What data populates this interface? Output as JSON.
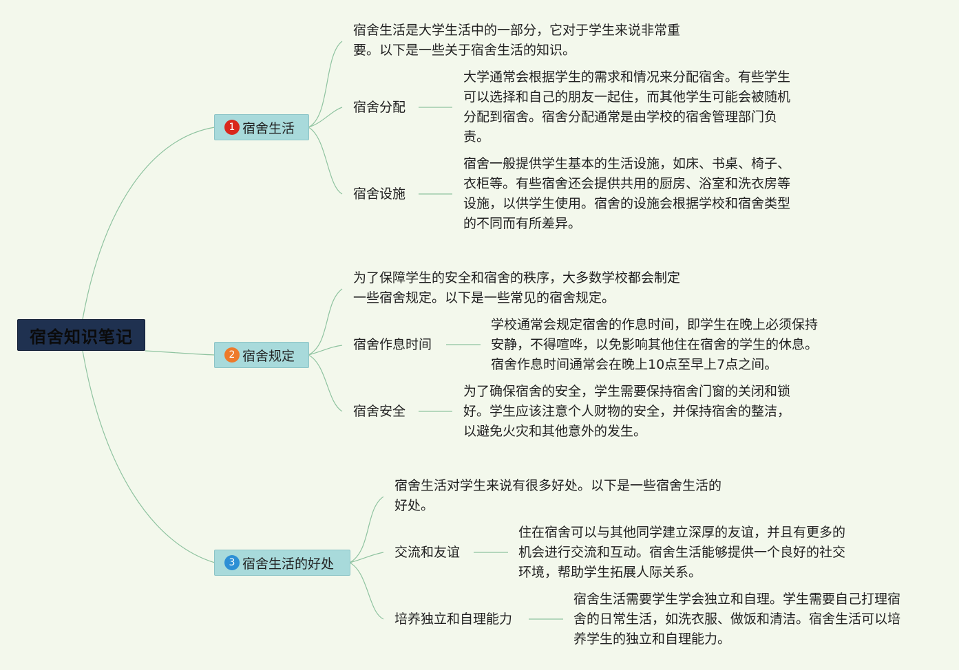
{
  "root": "宿舍知识笔记",
  "branches": [
    {
      "number": "1",
      "badge_color": "#d9271c",
      "title": "宿舍生活",
      "intro_lines": [
        "宿舍生活是大学生活中的一部分，它对于学生来说非常重",
        "要。以下是一些关于宿舍生活的知识。"
      ],
      "children": [
        {
          "label": "宿舍分配",
          "detail_lines": [
            "大学通常会根据学生的需求和情况来分配宿舍。有些学生",
            "可以选择和自己的朋友一起住，而其他学生可能会被随机",
            "分配到宿舍。宿舍分配通常是由学校的宿舍管理部门负",
            "责。"
          ]
        },
        {
          "label": "宿舍设施",
          "detail_lines": [
            "宿舍一般提供学生基本的生活设施，如床、书桌、椅子、",
            "衣柜等。有些宿舍还会提供共用的厨房、浴室和洗衣房等",
            "设施，以供学生使用。宿舍的设施会根据学校和宿舍类型",
            "的不同而有所差异。"
          ]
        }
      ]
    },
    {
      "number": "2",
      "badge_color": "#ee7a2a",
      "title": "宿舍规定",
      "intro_lines": [
        "为了保障学生的安全和宿舍的秩序，大多数学校都会制定",
        "一些宿舍规定。以下是一些常见的宿舍规定。"
      ],
      "children": [
        {
          "label": "宿舍作息时间",
          "detail_lines": [
            "学校通常会规定宿舍的作息时间，即学生在晚上必须保持",
            "安静，不得喧哗，以免影响其他住在宿舍的学生的休息。",
            "宿舍作息时间通常会在晚上10点至早上7点之间。"
          ]
        },
        {
          "label": "宿舍安全",
          "detail_lines": [
            "为了确保宿舍的安全，学生需要保持宿舍门窗的关闭和锁",
            "好。学生应该注意个人财物的安全，并保持宿舍的整洁，",
            "以避免火灾和其他意外的发生。"
          ]
        }
      ]
    },
    {
      "number": "3",
      "badge_color": "#2d8fd5",
      "title": "宿舍生活的好处",
      "intro_lines": [
        "宿舍生活对学生来说有很多好处。以下是一些宿舍生活的",
        "好处。"
      ],
      "children": [
        {
          "label": "交流和友谊",
          "detail_lines": [
            "住在宿舍可以与其他同学建立深厚的友谊，并且有更多的",
            "机会进行交流和互动。宿舍生活能够提供一个良好的社交",
            "环境，帮助学生拓展人际关系。"
          ]
        },
        {
          "label": "培养独立和自理能力",
          "detail_lines": [
            "宿舍生活需要学生学会独立和自理。学生需要自己打理宿",
            "舍的日常生活，如洗衣服、做饭和清洁。宿舍生活可以培",
            "养学生的独立和自理能力。"
          ]
        }
      ]
    }
  ]
}
